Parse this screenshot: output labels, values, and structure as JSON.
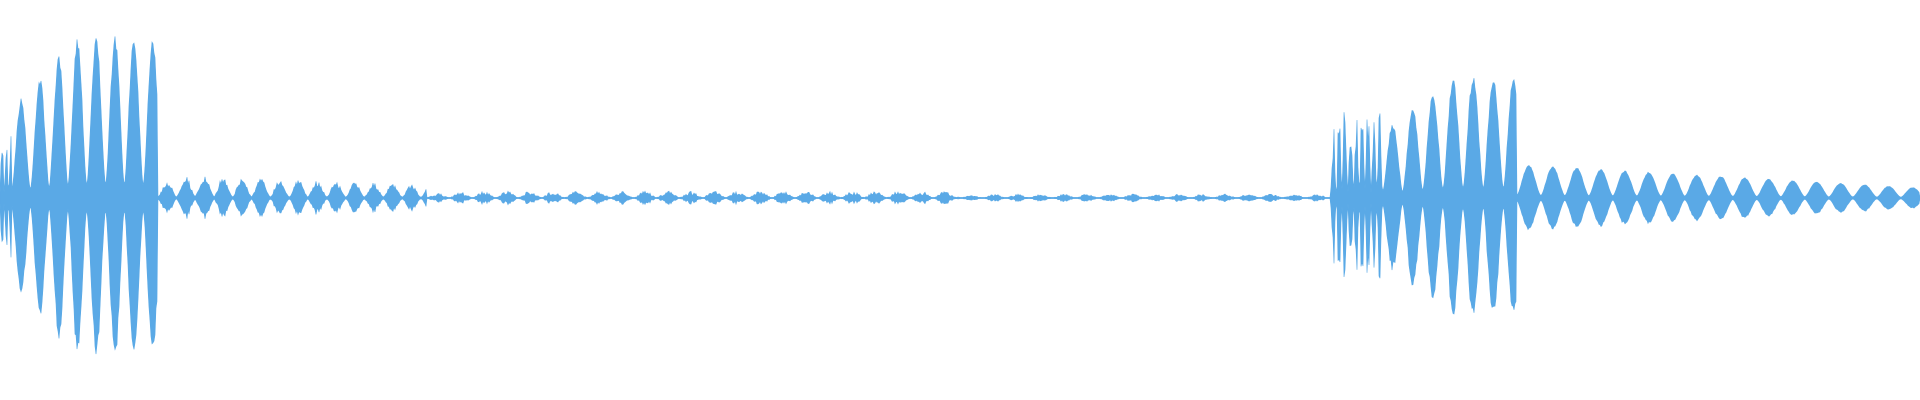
{
  "waveform": {
    "color": "#5aa9e6",
    "background": "#ffffff",
    "events": [
      {
        "start": 0.0,
        "end": 0.006,
        "peak": 0.36,
        "attack": 0.0,
        "cycle": 0.0022,
        "decay": 0.0,
        "jitter": 0.5
      },
      {
        "start": 0.006,
        "end": 0.082,
        "peak": 0.82,
        "attack": 0.45,
        "cycle": 0.0098,
        "decay": 0.0,
        "jitter": 0.08
      },
      {
        "start": 0.082,
        "end": 0.222,
        "peak": 0.12,
        "attack": 0.1,
        "cycle": 0.0098,
        "decay": 0.45,
        "jitter": 0.35
      },
      {
        "start": 0.222,
        "end": 0.5,
        "peak": 0.035,
        "attack": 0.1,
        "cycle": 0.012,
        "decay": 0.0,
        "jitter": 0.6
      },
      {
        "start": 0.5,
        "end": 0.69,
        "peak": 0.02,
        "attack": 0.1,
        "cycle": 0.012,
        "decay": 0.0,
        "jitter": 0.6
      },
      {
        "start": 0.693,
        "end": 0.72,
        "peak": 0.56,
        "attack": 0.2,
        "cycle": 0.003,
        "decay": 0.0,
        "jitter": 0.55
      },
      {
        "start": 0.72,
        "end": 0.79,
        "peak": 0.62,
        "attack": 0.55,
        "cycle": 0.0105,
        "decay": 0.0,
        "jitter": 0.08
      },
      {
        "start": 0.79,
        "end": 1.0,
        "peak": 0.17,
        "attack": 0.0,
        "cycle": 0.0125,
        "decay": 0.7,
        "jitter": 0.05
      }
    ]
  }
}
